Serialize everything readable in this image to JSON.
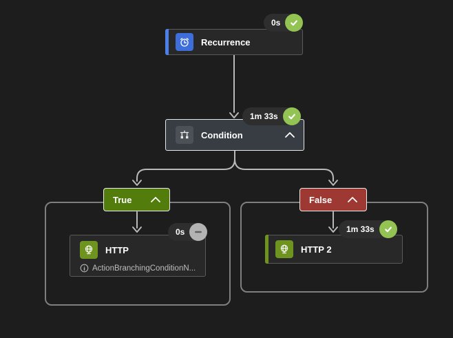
{
  "nodes": {
    "recurrence": {
      "label": "Recurrence",
      "duration": "0s",
      "status": "success"
    },
    "condition": {
      "label": "Condition",
      "duration": "1m 33s",
      "status": "success"
    },
    "http": {
      "label": "HTTP",
      "subtitle": "ActionBranchingConditionN...",
      "duration": "0s",
      "status": "skipped"
    },
    "http2": {
      "label": "HTTP 2",
      "duration": "1m 33s",
      "status": "success"
    }
  },
  "branches": {
    "true": {
      "label": "True"
    },
    "false": {
      "label": "False"
    }
  },
  "icons": {
    "recurrence": "alarm-clock-icon",
    "condition": "balance-icon",
    "http": "globe-icon",
    "success": "check-icon",
    "skipped": "minus-icon",
    "collapse": "chevron-up-icon",
    "info": "info-icon"
  },
  "colors": {
    "background": "#1d1d1d",
    "card_bg": "#282828",
    "condition_bg": "#383d43",
    "recurrence_accent": "#4a80e8",
    "recurrence_icon_bg": "#3e6ed9",
    "http_accent": "#6e941f",
    "true_branch_bg": "#527c0b",
    "false_branch_bg": "#9e3832",
    "success_green": "#92c353",
    "skipped_gray": "#b3b3b3",
    "connector": "#b9b9b9",
    "scope_border": "#7f7f7f"
  }
}
